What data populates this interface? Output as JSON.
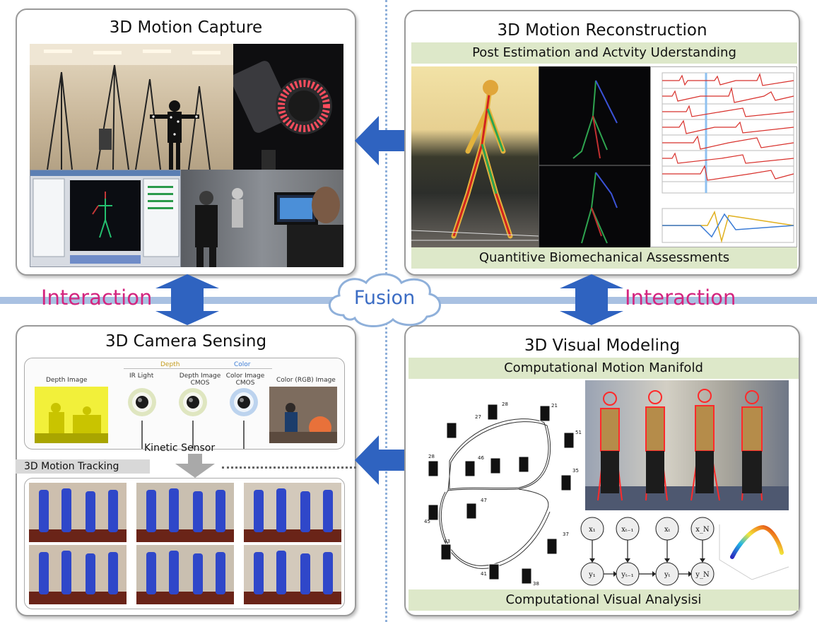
{
  "panels": {
    "capture": {
      "title": "3D Motion Capture"
    },
    "reconstruction": {
      "title": "3D Motion Reconstruction",
      "band_top": "Post Estimation and Actvity Uderstanding",
      "band_bottom": "Quantitive Biomechanical Assessments"
    },
    "sensing": {
      "title": "3D Camera Sensing",
      "depth_label": "Depth Image",
      "color_label": "Color (RGB) Image",
      "depth_header": "Depth",
      "color_header": "Color",
      "lens_labels": [
        "IR Light",
        "Depth Image CMOS",
        "Color Image CMOS"
      ],
      "sensor_caption": "Kinetic Sensor",
      "tracking_label": "3D Motion Tracking"
    },
    "modeling": {
      "title": "3D Visual Modeling",
      "band_top": "Computational  Motion Manifold",
      "band_bottom": "Computational  Visual Analysisi",
      "manifold_numbers": [
        "27",
        "28",
        "21",
        "51",
        "28",
        "35",
        "37",
        "38",
        "41",
        "43",
        "45",
        "46",
        "47"
      ],
      "nodes": [
        "x₁",
        "xₜ₋₁",
        "xₜ",
        "x_N"
      ],
      "obs": [
        "y₁",
        "yₜ₋₁",
        "yₜ",
        "y_N"
      ]
    }
  },
  "center": {
    "fusion": "Fusion",
    "interaction_left": "Interaction",
    "interaction_right": "Interaction"
  },
  "colors": {
    "accent_blue": "#2f63c0",
    "interaction_pink": "#d4257f",
    "band_green": "#dde8c9",
    "fusion_text": "#3b6cc4"
  }
}
